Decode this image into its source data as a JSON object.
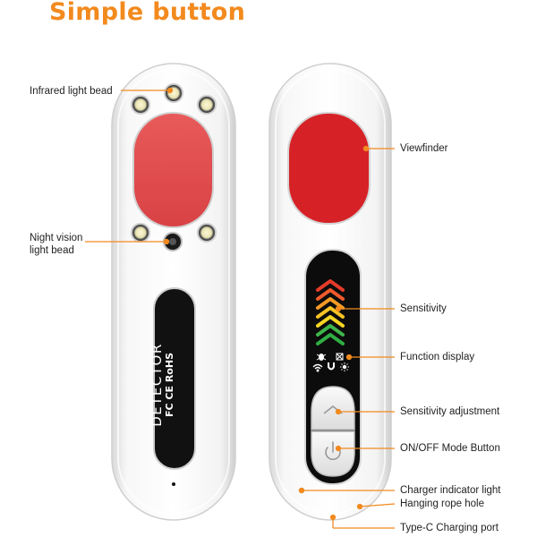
{
  "title": "Simple button",
  "colors": {
    "accent": "#f28a1e",
    "lens": "#d9262c",
    "lens_left": "#e8504f",
    "body": "#f2f2f2"
  },
  "device_left": {
    "vertical_text": "DETECTOR",
    "cert_text": "FC CE RoHS"
  },
  "labels": {
    "infrared": "Infrared light bead",
    "night_vision_1": "Night vision",
    "night_vision_2": "light bead",
    "viewfinder": "Viewfinder",
    "sensitivity": "Sensitivity",
    "function_display": "Function display",
    "sensitivity_adjustment": "Sensitivity adjustment",
    "onoff": "ON/OFF Mode Button",
    "charger_light": "Charger indicator light",
    "rope_hole": "Hanging rope hole",
    "typec": "Type-C Charging port"
  },
  "icons": [
    "wifi-icon",
    "magnet-icon",
    "sun-icon",
    "bug-icon",
    "grid-icon",
    "chevron-up-icon",
    "power-icon"
  ]
}
